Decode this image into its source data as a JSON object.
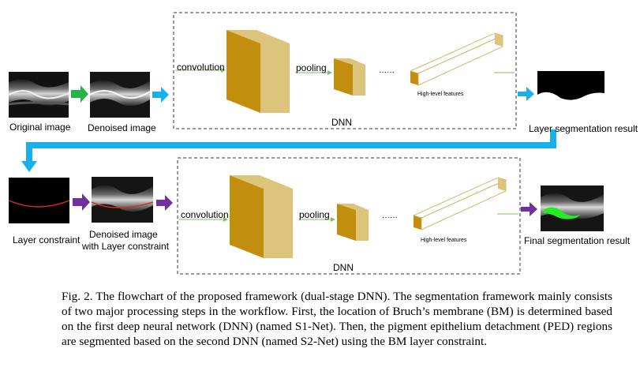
{
  "top_row": {
    "original_label": "Original image",
    "denoised_label": "Denoised image",
    "convolution_label": "convolution",
    "pooling_label": "pooling",
    "dots_label": "······",
    "features_label": "High-level features",
    "dnn_label": "DNN",
    "result_label": "Layer segmentation result"
  },
  "bottom_row": {
    "constraint_label": "Layer constraint",
    "denoised_label_line1": "Denoised image",
    "denoised_label_line2": "with Layer constraint",
    "convolution_label": "convolution",
    "pooling_label": "pooling",
    "dots_label": "······",
    "features_label": "High-level features",
    "dnn_label": "DNN",
    "result_label": "Final segmentation result"
  },
  "caption": "Fig. 2. The flowchart of the proposed framework (dual-stage DNN). The segmentation framework mainly consists of two major processing steps in the workflow. First, the location of Bruch’s membrane (BM) is determined based on the first deep neural network (DNN) (named S1-Net). Then, the pigment epithelium detachment (PED) regions are segmented based on the second DNN (named S2-Net) using the BM layer constraint.",
  "colors": {
    "cube_front": "#c28e0e",
    "cube_side": "#dcc47a",
    "arrow_green": "#27b24a",
    "arrow_blue": "#1ab0ec",
    "arrow_purple": "#7030a0",
    "connector": "#7cbf60",
    "constraint_line": "#e0271e",
    "seg_green": "#22ee22"
  }
}
